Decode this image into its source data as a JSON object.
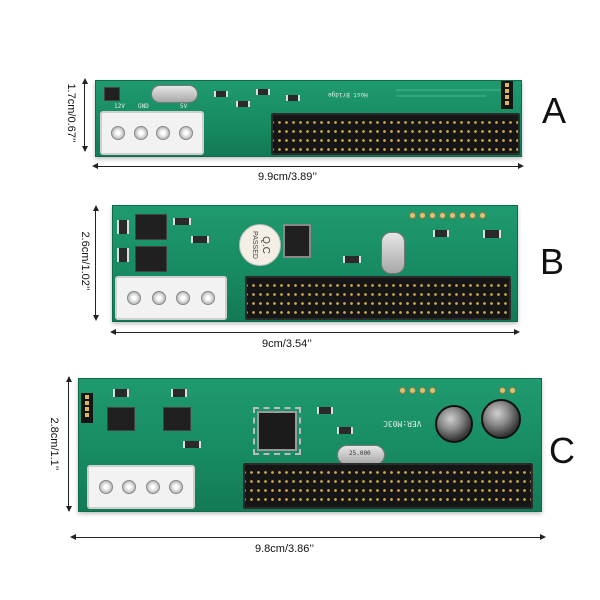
{
  "panels": {
    "a": {
      "letter": "A",
      "height_dim": "1.7cm/0.67’’",
      "width_dim": "9.9cm/3.89’’",
      "silk": {
        "v12": "12V",
        "gnd": "GND",
        "v5": "5V",
        "bridge": "Host Bridge"
      }
    },
    "b": {
      "letter": "B",
      "height_dim": "2.6cm/1.02’’",
      "width_dim": "9cm/3.54’’",
      "qc_top": "Q.C",
      "qc_bottom": "PASSED"
    },
    "c": {
      "letter": "C",
      "height_dim": "2.8cm/1.1’’",
      "width_dim": "9.8cm/3.86’’",
      "silk": {
        "ver": "VER:M03C",
        "crystal": "25.000"
      }
    }
  },
  "colors": {
    "pcb": "#1a9068",
    "connector": "#161616",
    "molex": "#f2f2f2"
  }
}
